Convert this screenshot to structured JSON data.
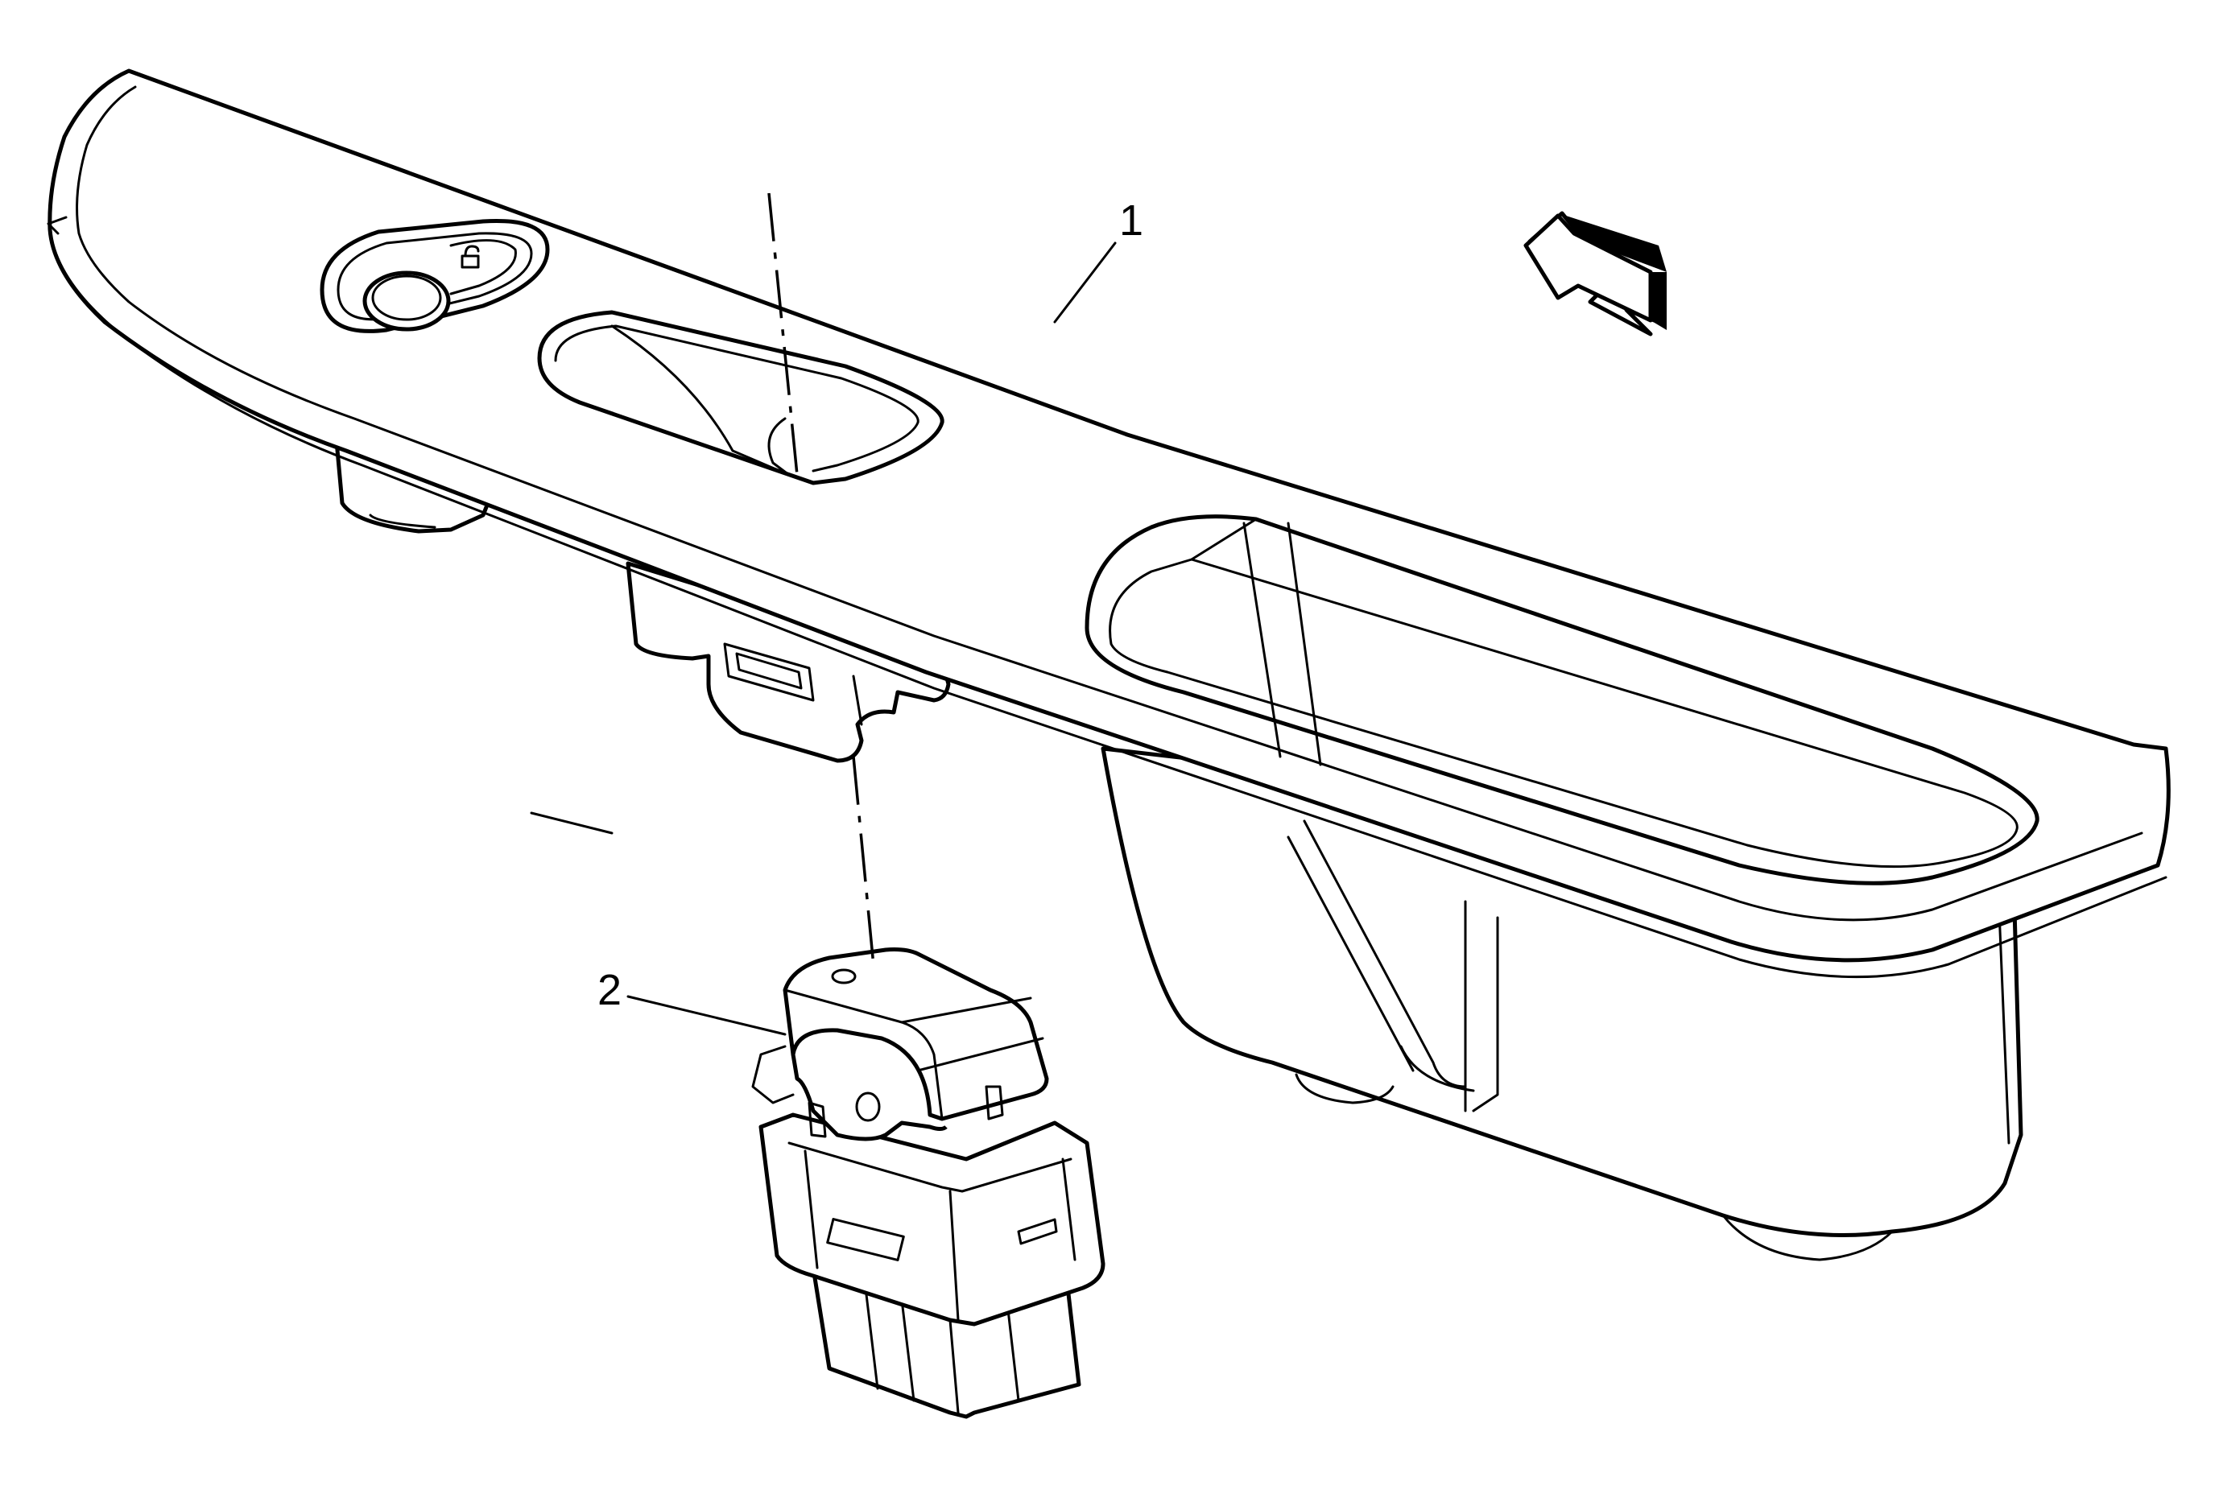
{
  "diagram": {
    "callouts": [
      {
        "id": "1",
        "label": "1"
      },
      {
        "id": "2",
        "label": "2"
      }
    ],
    "direction_arrow": "arrow-icon",
    "line_color": "#000000",
    "background": "#ffffff"
  }
}
